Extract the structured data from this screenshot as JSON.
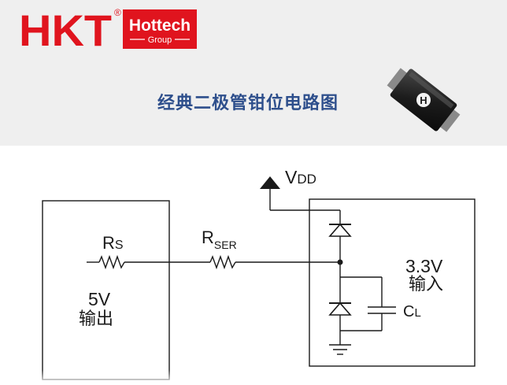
{
  "header": {
    "logo": {
      "mark": "HKT",
      "registered": "®",
      "brand": "Hottech",
      "sub": "Group"
    },
    "title": "经典二极管钳位电路图",
    "chip_icon": "tvs-diode-package-icon",
    "chip_mark": "H"
  },
  "diagram": {
    "vdd_label": "V",
    "vdd_sub": "DD",
    "rs_label": "R",
    "rs_sub": "S",
    "rser_label": "R",
    "rser_sub": "SER",
    "left_block_value": "5V",
    "left_block_text": "输出",
    "right_block_value": "3.3V",
    "right_block_text": "输入",
    "cl_label": "C",
    "cl_sub": "L"
  },
  "colors": {
    "brand_red": "#e0141e",
    "title_blue": "#2e4f8c",
    "line": "#1a1a1a",
    "header_bg": "#efefef"
  }
}
